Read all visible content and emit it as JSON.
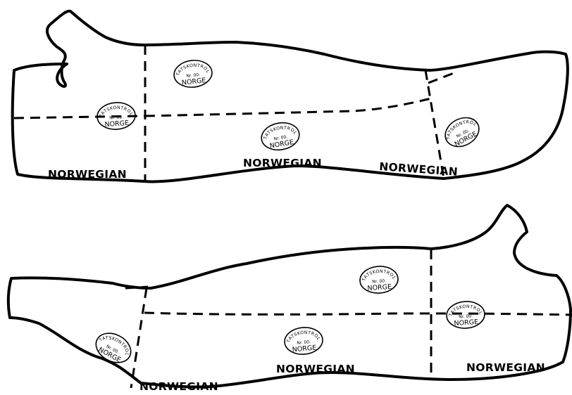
{
  "stamp": {
    "arc_text": "STATSKONTROLL",
    "number_text": "Nr. 00.",
    "country_text": "NORGE"
  },
  "label_text": "NORWEGIAN",
  "colors": {
    "ink": "#000000",
    "paper": "#ffffff"
  }
}
